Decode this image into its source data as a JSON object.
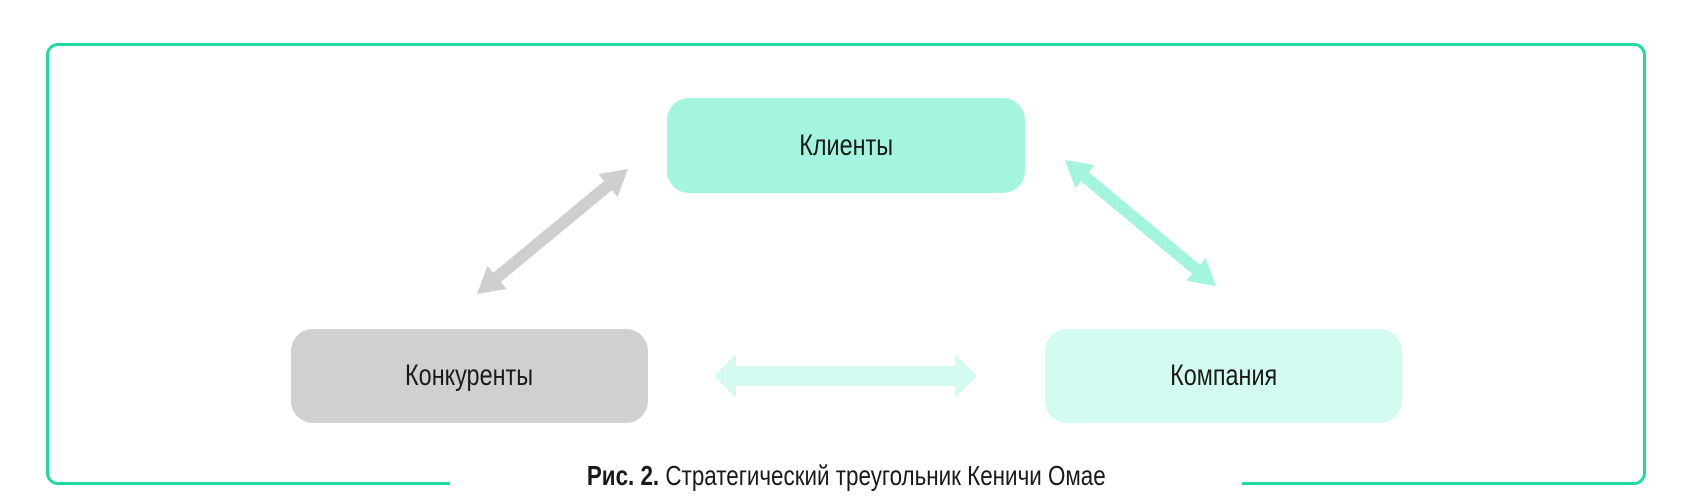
{
  "diagram": {
    "nodes": [
      {
        "id": "clients",
        "label": "Клиенты",
        "color": "#a3f5e0"
      },
      {
        "id": "competitors",
        "label": "Конкуренты",
        "color": "#d0d0d0"
      },
      {
        "id": "company",
        "label": "Компания",
        "color": "#d3fbf1"
      }
    ],
    "edges": [
      {
        "from": "competitors",
        "to": "clients",
        "type": "bidirectional",
        "color": "#cfcfcf"
      },
      {
        "from": "clients",
        "to": "company",
        "type": "bidirectional",
        "color": "#a3f5e0"
      },
      {
        "from": "competitors",
        "to": "company",
        "type": "bidirectional",
        "color": "#d3fbf1"
      }
    ],
    "frame_color": "#1ed9a0"
  },
  "caption": {
    "label": "Рис. 2.",
    "text": " Стратегический треугольник Кеничи Омае"
  }
}
